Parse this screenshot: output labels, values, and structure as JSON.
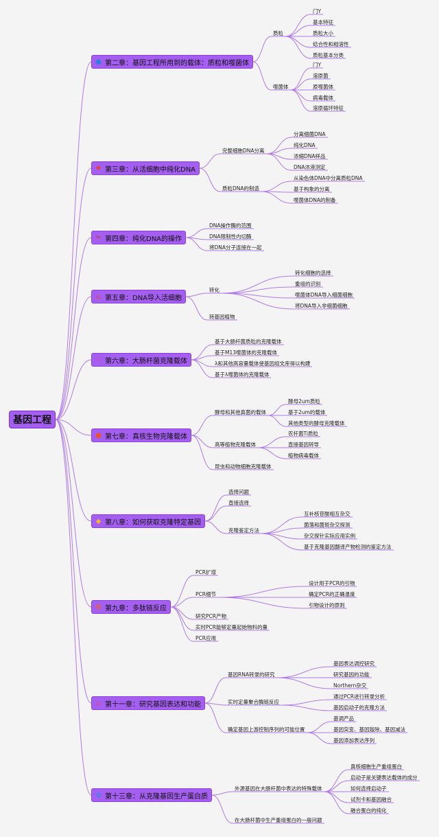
{
  "root": {
    "label": "基因工程"
  },
  "chapters": [
    {
      "label": "第二章：基因工程所用到的载体：质粒和噬菌体",
      "icon": "blue-circle-icon",
      "glyph": "●",
      "color": "#2f7de1",
      "children": [
        {
          "label": "质粒",
          "children": [
            {
              "label": "门Y"
            },
            {
              "label": "基本特征"
            },
            {
              "label": "质粒大小"
            },
            {
              "label": "结合性和相溶性"
            },
            {
              "label": "质粒基本分类"
            }
          ]
        },
        {
          "label": "噬菌体",
          "children": [
            {
              "label": "门Y"
            },
            {
              "label": "溶原菌"
            },
            {
              "label": "原噬菌体"
            },
            {
              "label": "病毒载体"
            },
            {
              "label": "溶原循环特征"
            }
          ]
        }
      ]
    },
    {
      "label": "第三章：从活细胞中纯化DNA",
      "icon": "red-star-icon",
      "glyph": "✸",
      "color": "#e0413a",
      "children": [
        {
          "label": "完整细胞DNA分离",
          "children": [
            {
              "label": "分离细菌DNA"
            },
            {
              "label": "纯化DNA"
            },
            {
              "label": "浓缩DNA样品"
            },
            {
              "label": "DNA浓液测定"
            }
          ]
        },
        {
          "label": "质粒DNA的制造",
          "children": [
            {
              "label": "从染色体DNA中分离质粒DNA"
            },
            {
              "label": "基于构象的分离"
            },
            {
              "label": "噬菌体DNA的制备"
            }
          ]
        }
      ]
    },
    {
      "label": "第四章：纯化DNA的操作",
      "icon": "scissors-icon",
      "glyph": "✂",
      "color": "#d0342c",
      "children": [
        {
          "label": "DNA操作酶的范围"
        },
        {
          "label": "DNA限制性内切酶"
        },
        {
          "label": "将DNA分子连接在一起"
        }
      ]
    },
    {
      "label": "第五章：DNA导入活细胞",
      "icon": "house-icon",
      "glyph": "⌂",
      "color": "#e04848",
      "children": [
        {
          "label": "转化",
          "children": [
            {
              "label": "转化细胞的选择"
            },
            {
              "label": "重组的识别"
            },
            {
              "label": "噬菌体DNA导入细菌细胞"
            },
            {
              "label": "将DNA导入非细菌细胞"
            }
          ]
        },
        {
          "label": "转基因植物"
        }
      ]
    },
    {
      "label": "第六章：大肠杆菌克隆载体",
      "icon": "heart-icon",
      "glyph": "♡",
      "color": "#e03b5c",
      "children": [
        {
          "label": "基于大肠杆菌质粒的克隆载体"
        },
        {
          "label": "基于M13噬菌体的克隆载体"
        },
        {
          "label": "λ和其他高容量载体使基因组文库得以构建"
        },
        {
          "label": "基于λ噬菌体的克隆载体"
        }
      ]
    },
    {
      "label": "第七章：真核生物克隆载体",
      "icon": "orange-circle-icon",
      "glyph": "●",
      "color": "#e8552a",
      "children": [
        {
          "label": "酵母和其他真菌的载体",
          "children": [
            {
              "label": "酵母2um质粒"
            },
            {
              "label": "基于2um的载体"
            },
            {
              "label": "其他类型的酵母克隆载体"
            }
          ]
        },
        {
          "label": "高等植物克隆载体",
          "children": [
            {
              "label": "农杆菌Ti质粒"
            },
            {
              "label": "直接基因转导"
            },
            {
              "label": "植物病毒载体"
            }
          ]
        },
        {
          "label": "昆虫和动物细胞克隆载体"
        }
      ]
    },
    {
      "label": "第八章：如何获取克隆特定基因",
      "icon": "diamond-icon",
      "glyph": "◆",
      "color": "#f2b134",
      "children": [
        {
          "label": "选择问题"
        },
        {
          "label": "直接选择"
        },
        {
          "label": "克隆鉴定方法",
          "children": [
            {
              "label": "互补核苷酸相互杂交"
            },
            {
              "label": "菌落和菌斑杂交探测"
            },
            {
              "label": "杂交探针实际应用实例"
            },
            {
              "label": "基于克隆基因翻译产物检测的鉴定方法"
            }
          ]
        }
      ]
    },
    {
      "label": "第九章：多肽链反应",
      "icon": "orange-flower-icon",
      "glyph": "✿",
      "color": "#e8602a",
      "children": [
        {
          "label": "PCR扩增"
        },
        {
          "label": "PCR细节",
          "children": [
            {
              "label": "设计用于PCR的引物"
            },
            {
              "label": "确定PCR的正确温度"
            },
            {
              "label": "引物设计的原则"
            }
          ]
        },
        {
          "label": "研究PCR产物"
        },
        {
          "label": "实时PCR能够定量起始物料的量"
        },
        {
          "label": "PCR应用"
        }
      ]
    },
    {
      "label": "第十一章：研究基因表达和功能",
      "icon": "pink-house-icon",
      "glyph": "⌂",
      "color": "#e2457a",
      "children": [
        {
          "label": "基因RNA转录的研究",
          "children": [
            {
              "label": "基因表达调控研究"
            },
            {
              "label": "研究基因的功能"
            },
            {
              "label": "Northern杂交"
            }
          ]
        },
        {
          "label": "实时定量聚合酶链反应",
          "children": [
            {
              "label": "通过PCR进行转录分析"
            },
            {
              "label": "基因启动子的克隆方法"
            }
          ]
        },
        {
          "label": "确定基因上游控制序列的可能位置",
          "children": [
            {
              "label": "基调产品"
            },
            {
              "label": "基因突变、基因敲除、基因减法"
            },
            {
              "label": "基因添加表达序列"
            }
          ]
        }
      ]
    },
    {
      "label": "第十三章：从克隆基因生产蛋白质",
      "icon": "blue-flower-icon",
      "glyph": "✿",
      "color": "#3e86e2",
      "children": [
        {
          "label": "外源基因在大肠杆菌中表达的特殊载体",
          "children": [
            {
              "label": "真核细胞生产重组蛋白"
            },
            {
              "label": "启动子是关键表达载体的成分"
            },
            {
              "label": "如何选择启动子"
            },
            {
              "label": "试剂卡和基因融合"
            },
            {
              "label": "融合蛋白的纯化"
            }
          ]
        },
        {
          "label": "在大肠杆菌中生产重组蛋白的一般问题"
        }
      ]
    }
  ],
  "colors": {
    "background": "#f4f4f4",
    "branch": "#b07ae8",
    "node": "#a55ff0",
    "text": "#222222"
  }
}
